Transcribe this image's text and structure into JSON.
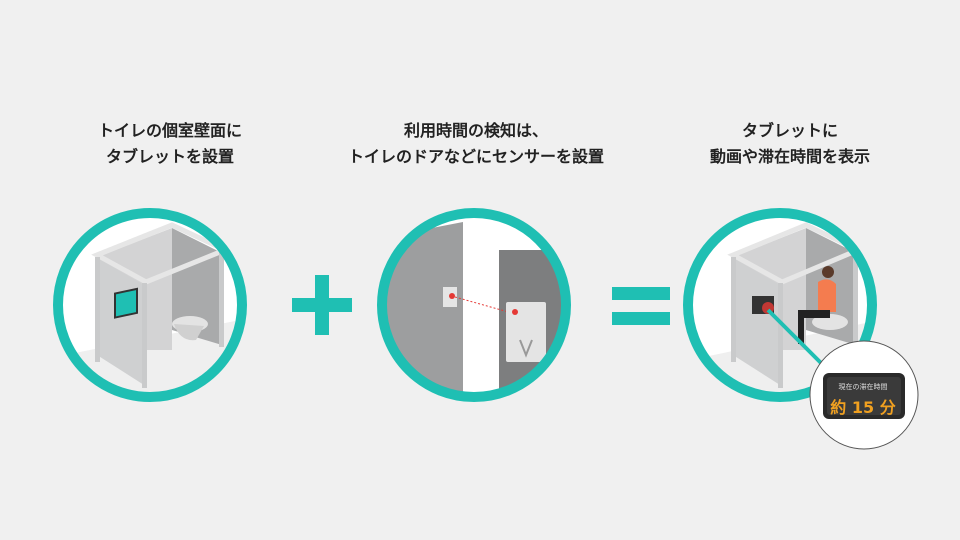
{
  "steps": [
    {
      "lines": [
        "トイレの個室壁面に",
        "タブレットを設置"
      ]
    },
    {
      "lines": [
        "利用時間の検知は、",
        "トイレのドアなどにセンサーを設置"
      ]
    },
    {
      "lines": [
        "タブレットに",
        "動画や滞在時間を表示"
      ]
    }
  ],
  "operators": {
    "plus": "+",
    "equals": "="
  },
  "tablet_display": {
    "title": "現在の滞在時間",
    "value": "約 15 分"
  },
  "colors": {
    "accent": "#1fbfb3",
    "background": "#f0f0f0",
    "sensor_dot": "#e53935",
    "time_text": "#f0a020"
  }
}
